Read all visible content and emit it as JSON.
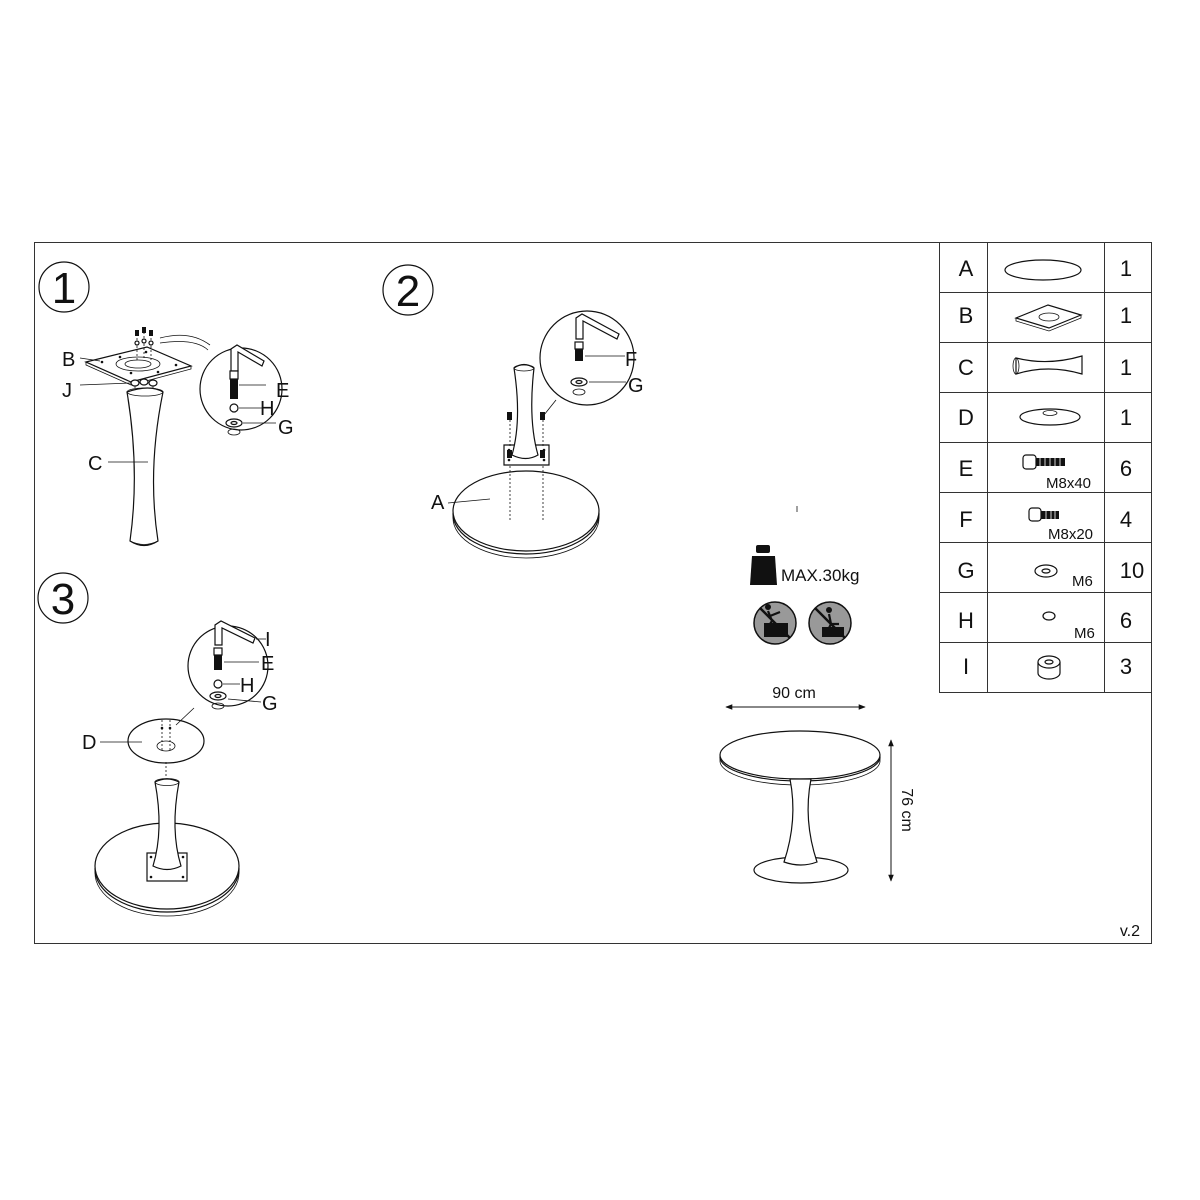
{
  "steps": {
    "s1": "1",
    "s2": "2",
    "s3": "3"
  },
  "step1": {
    "B": "B",
    "J": "J",
    "C": "C",
    "E": "E",
    "H": "H",
    "G": "G"
  },
  "step2": {
    "A": "A",
    "F": "F",
    "G": "G"
  },
  "step3": {
    "I": "I",
    "E": "E",
    "H": "H",
    "G": "G",
    "D": "D"
  },
  "parts": [
    {
      "letter": "A",
      "spec": "",
      "qty": "1",
      "icon": "tabletop-icon"
    },
    {
      "letter": "B",
      "spec": "",
      "qty": "1",
      "icon": "mounting-plate-icon"
    },
    {
      "letter": "C",
      "spec": "",
      "qty": "1",
      "icon": "pedestal-column-icon"
    },
    {
      "letter": "D",
      "spec": "",
      "qty": "1",
      "icon": "round-base-icon"
    },
    {
      "letter": "E",
      "spec": "M8x40",
      "qty": "6",
      "icon": "long-bolt-icon"
    },
    {
      "letter": "F",
      "spec": "M8x20",
      "qty": "4",
      "icon": "short-bolt-icon"
    },
    {
      "letter": "G",
      "spec": "M6",
      "qty": "10",
      "icon": "flat-washer-icon"
    },
    {
      "letter": "H",
      "spec": "M6",
      "qty": "6",
      "icon": "spring-washer-icon"
    },
    {
      "letter": "I",
      "spec": "",
      "qty": "3",
      "icon": "spacer-nut-icon"
    }
  ],
  "max_load": "MAX.30kg",
  "dimensions": {
    "width": "90 cm",
    "height": "76 cm"
  },
  "version": "v.2"
}
